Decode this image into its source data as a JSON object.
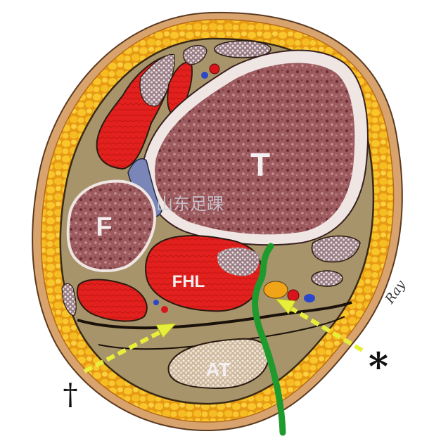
{
  "labels": {
    "tibia": "T",
    "fibula": "F",
    "flexor_hallucis_longus": "FHL",
    "achilles_tendon": "AT"
  },
  "markers": {
    "dagger": "†",
    "asterisk": "*"
  },
  "watermark": "山东足踝",
  "signature": "Ray",
  "colors": {
    "fat": "#f5b81e",
    "skin": "#d9a36a",
    "muscle": "#e0201c",
    "bone": "#9b5a5e",
    "tendon": "#e2d2bd",
    "fascia": "#a8956a",
    "artery": "#d8151b",
    "vein": "#2a47c8",
    "needle": "#1f9a2c",
    "arrow": "#e8ef3a"
  }
}
